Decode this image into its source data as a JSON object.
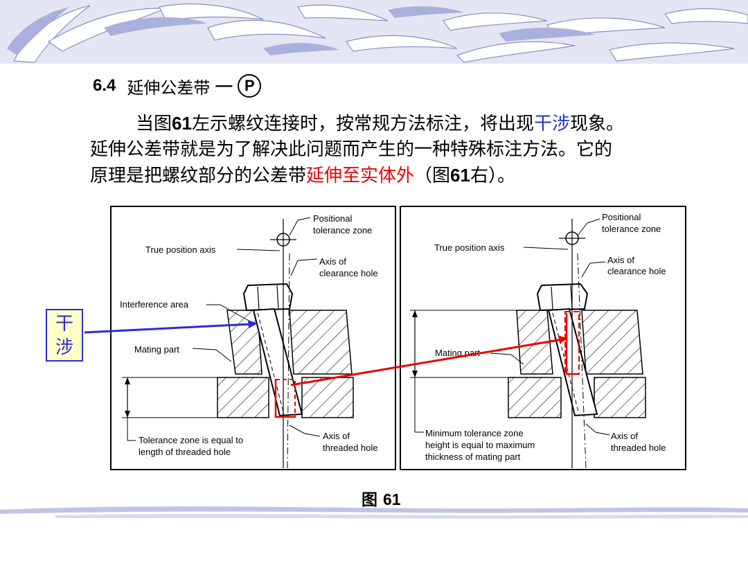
{
  "section": {
    "number": "6.4",
    "title": "延伸公差带",
    "dash": "—",
    "symbol": "P"
  },
  "paragraph": {
    "l1a": "当图",
    "l1b": "61",
    "l1c": "左示螺纹连接时，按常规方法标注，将出现",
    "l1d": "干涉",
    "l1e": "现象。",
    "l2": "延伸公差带就是为了解决此问题而产生的一种特殊标注方法。它的",
    "l3a": "原理是把螺纹部分的公差带",
    "l3b": "延伸至实体外",
    "l3c": "（图",
    "l3d": "61",
    "l3e": "右）。"
  },
  "callout": {
    "line1": "干",
    "line2": "涉"
  },
  "left_panel": {
    "positional_tolerance_zone_1": "Positional",
    "positional_tolerance_zone_2": "tolerance zone",
    "true_position_axis": "True position axis",
    "axis_of_clearance_hole_1": "Axis of",
    "axis_of_clearance_hole_2": "clearance hole",
    "interference_area": "Interference area",
    "mating_part": "Mating part",
    "tolerance_zone_note_1": "Tolerance zone is equal to",
    "tolerance_zone_note_2": "length of threaded hole",
    "axis_of_threaded_hole_1": "Axis of",
    "axis_of_threaded_hole_2": "threaded hole"
  },
  "right_panel": {
    "positional_tolerance_zone_1": "Positional",
    "positional_tolerance_zone_2": "tolerance zone",
    "true_position_axis": "True position axis",
    "axis_of_clearance_hole_1": "Axis of",
    "axis_of_clearance_hole_2": "clearance hole",
    "mating_part": "Mating part",
    "min_zone_note_1": "Minimum tolerance zone",
    "min_zone_note_2": "height is equal to maximum",
    "min_zone_note_3": "thickness of mating part",
    "axis_of_threaded_hole_1": "Axis of",
    "axis_of_threaded_hole_2": "threaded hole"
  },
  "caption": {
    "label": "图",
    "number": "61"
  },
  "colors": {
    "accent_blue": "#2b2bd6",
    "accent_red": "#ee0000",
    "callout_bg": "#ffffc8",
    "banner": "#c8cce8"
  }
}
